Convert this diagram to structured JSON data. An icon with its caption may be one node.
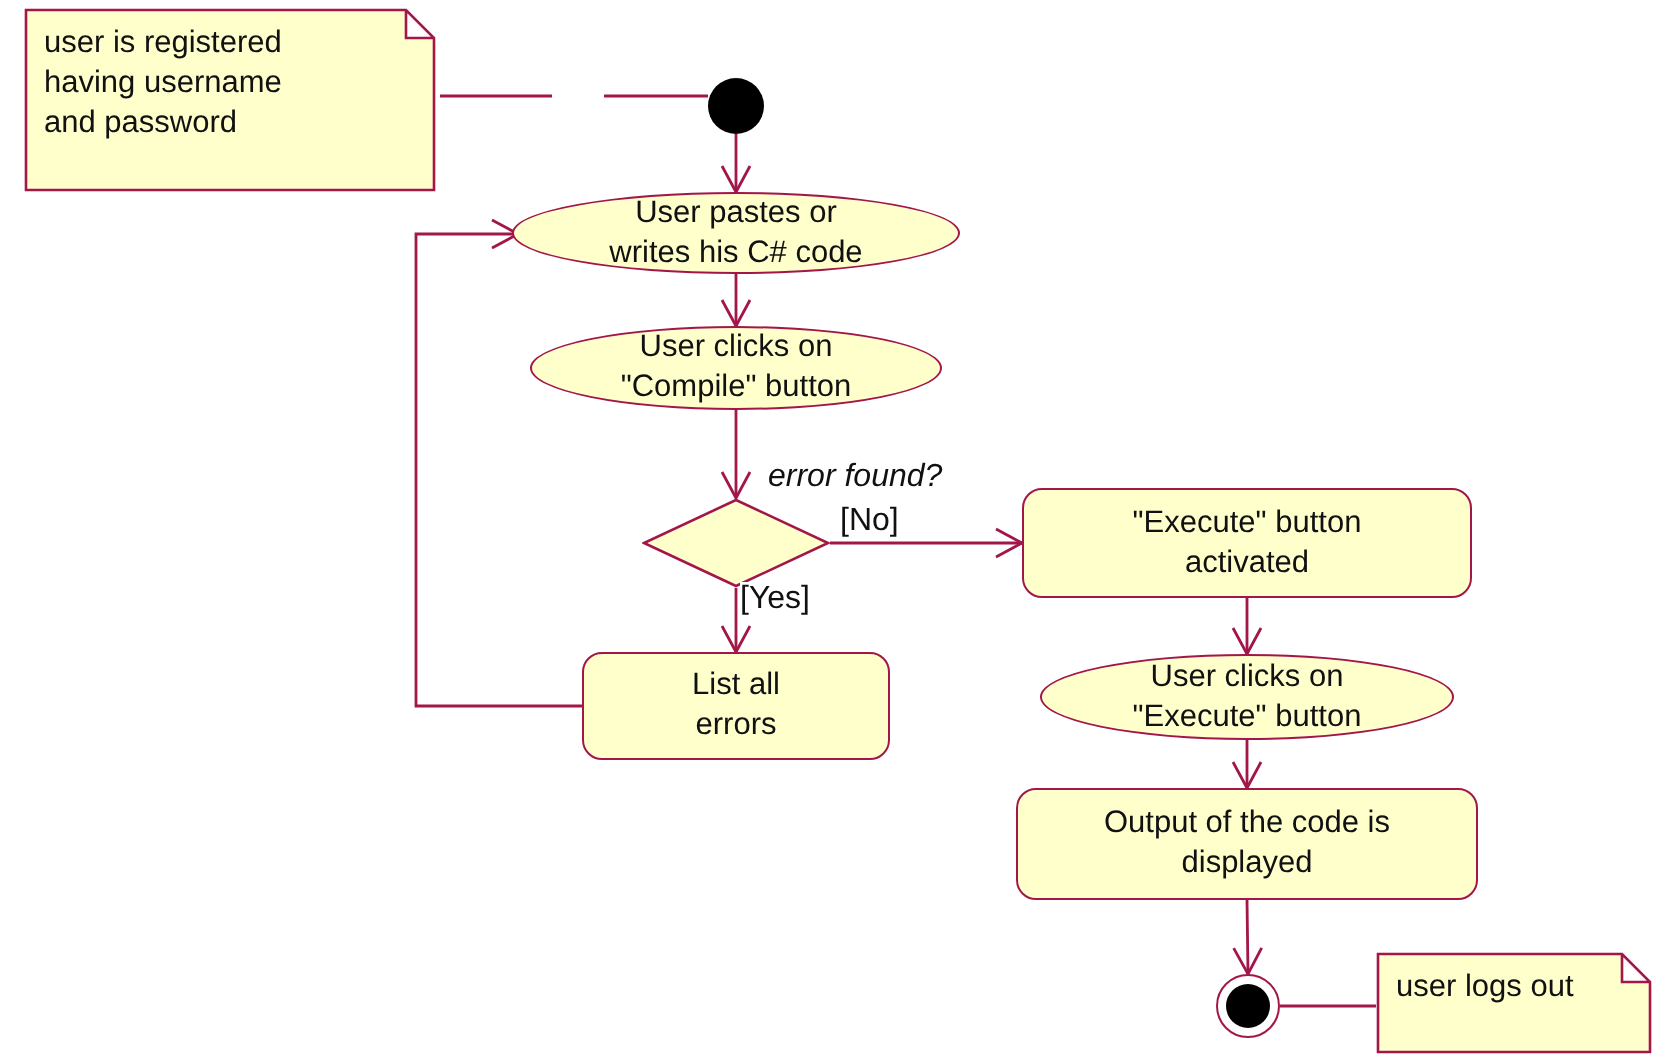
{
  "diagram": {
    "nodes": [
      {
        "text": [
          "user is registered having username and password"
        ]
      },
      {
        "text": [],
        "shape": "circle"
      },
      {
        "text": [
          "User pastes or writes his C# code"
        ]
      },
      {
        "text": [
          "User clicks on \"Compile\" button"
        ]
      },
      {
        "text": [],
        "shape": "diamond",
        "beside": [
          "error found?"
        ]
      },
      {
        "text": [
          "List all errors"
        ]
      },
      {
        "text": [
          "\"Execute\" button activated"
        ]
      },
      {
        "text": [
          "User clicks on \"Execute\" button"
        ]
      },
      {
        "text": [
          "Output of the code is displayed"
        ]
      },
      {
        "text": [],
        "shape": "bullseye"
      },
      {
        "text": [
          "user logs out"
        ]
      }
    ],
    "edges": [
      {
        "from": 0,
        "to": 1,
        "arrow": "none",
        "style": "dashed"
      },
      {
        "from": 1,
        "to": 2,
        "arrow": "to"
      },
      {
        "from": 2,
        "to": 3,
        "arrow": "to"
      },
      {
        "from": 3,
        "to": 4,
        "arrow": "to"
      },
      {
        "from": 4,
        "to": 5,
        "arrow": "to",
        "label": "[Yes]"
      },
      {
        "from": 4,
        "to": 6,
        "arrow": "to",
        "label": "[No]"
      },
      {
        "from": 5,
        "to": 2,
        "arrow": "to"
      },
      {
        "from": 6,
        "to": 7,
        "arrow": "to"
      },
      {
        "from": 7,
        "to": 8,
        "arrow": "to"
      },
      {
        "from": 8,
        "to": 9,
        "arrow": "to"
      },
      {
        "from": 9,
        "to": 10,
        "arrow": "none"
      }
    ]
  }
}
